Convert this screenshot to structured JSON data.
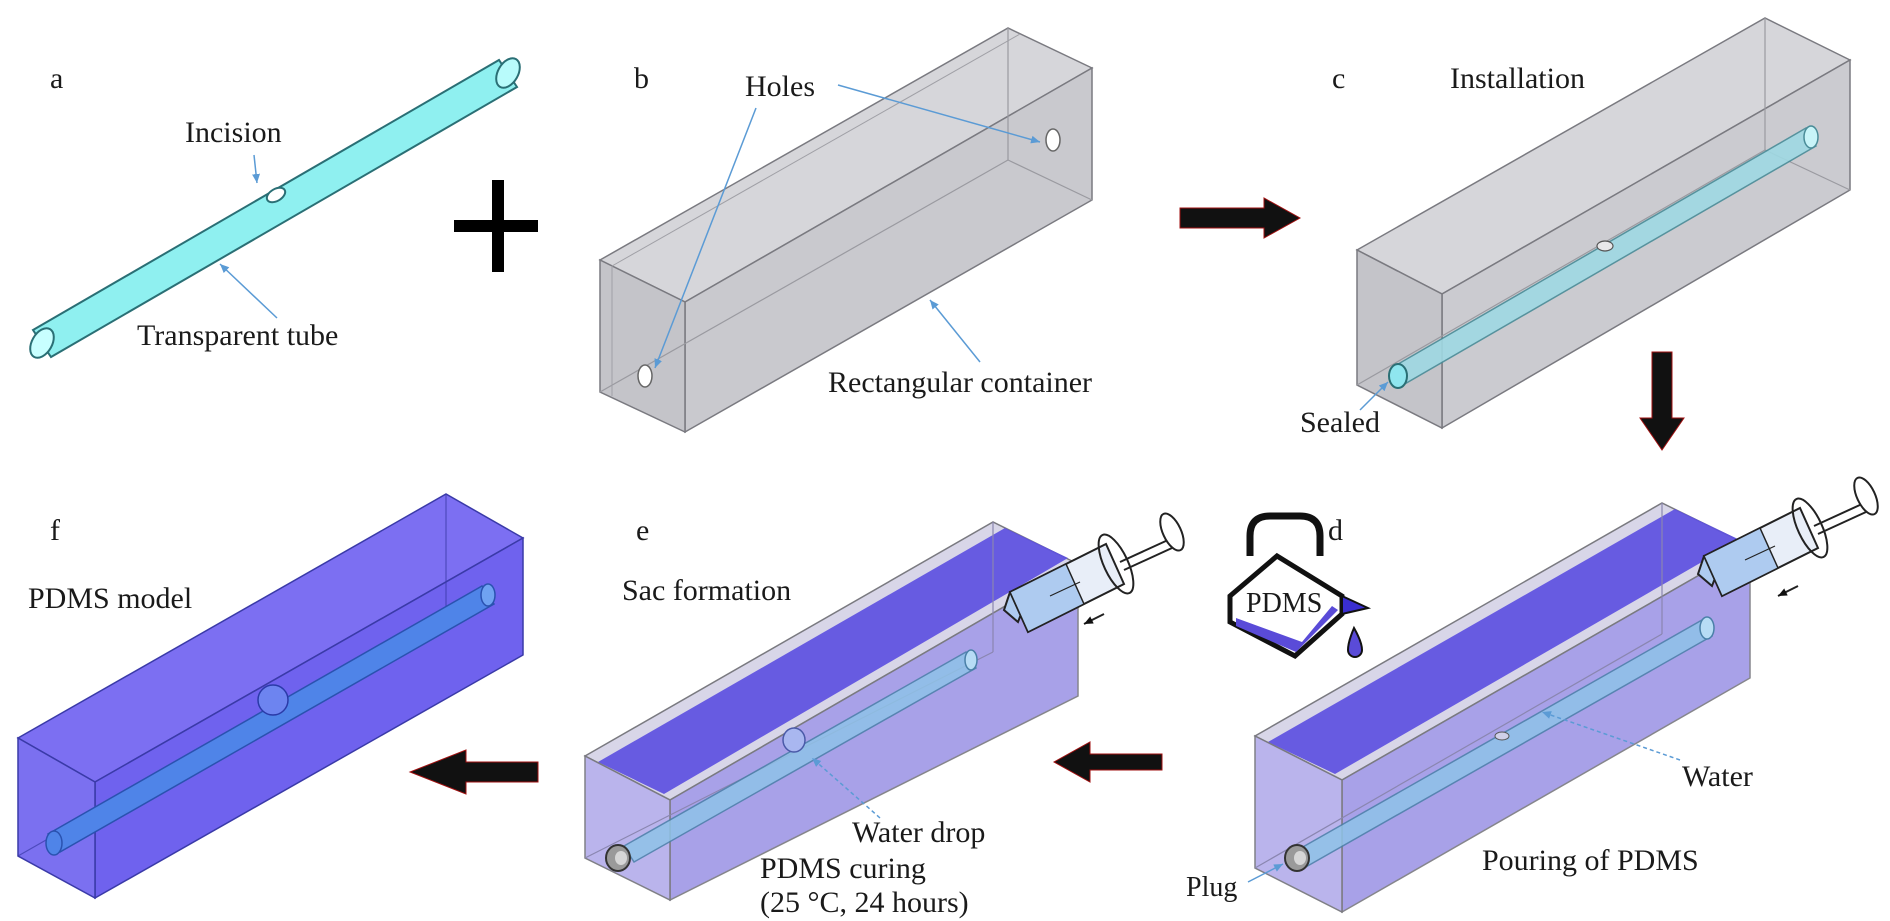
{
  "panels": {
    "a": {
      "letter": "a",
      "incision": "Incision",
      "tube": "Transparent tube"
    },
    "b": {
      "letter": "b",
      "holes": "Holes",
      "container": "Rectangular container"
    },
    "c": {
      "letter": "c",
      "title": "Installation",
      "sealed": "Sealed"
    },
    "d": {
      "letter": "d",
      "pdms_jug": "PDMS",
      "water": "Water",
      "plug": "Plug",
      "caption": "Pouring of PDMS"
    },
    "e": {
      "letter": "e",
      "title": "Sac formation",
      "water_drop": "Water drop",
      "curing_line1": "PDMS curing",
      "curing_line2": "(25 °C, 24 hours)"
    },
    "f": {
      "letter": "f",
      "title": "PDMS model"
    }
  },
  "colors": {
    "tube_fill": "#8ff0f0",
    "tube_stroke": "#2a6f75",
    "container_fill": "#d2d2d6",
    "container_stroke": "#7a7a80",
    "pdms_fill": "#6b5cf0",
    "pdms_dark": "#3a2ed0",
    "syringe_fill": "#aecbf0",
    "annotation": "#5b9bd5",
    "arrow": "#111111"
  }
}
